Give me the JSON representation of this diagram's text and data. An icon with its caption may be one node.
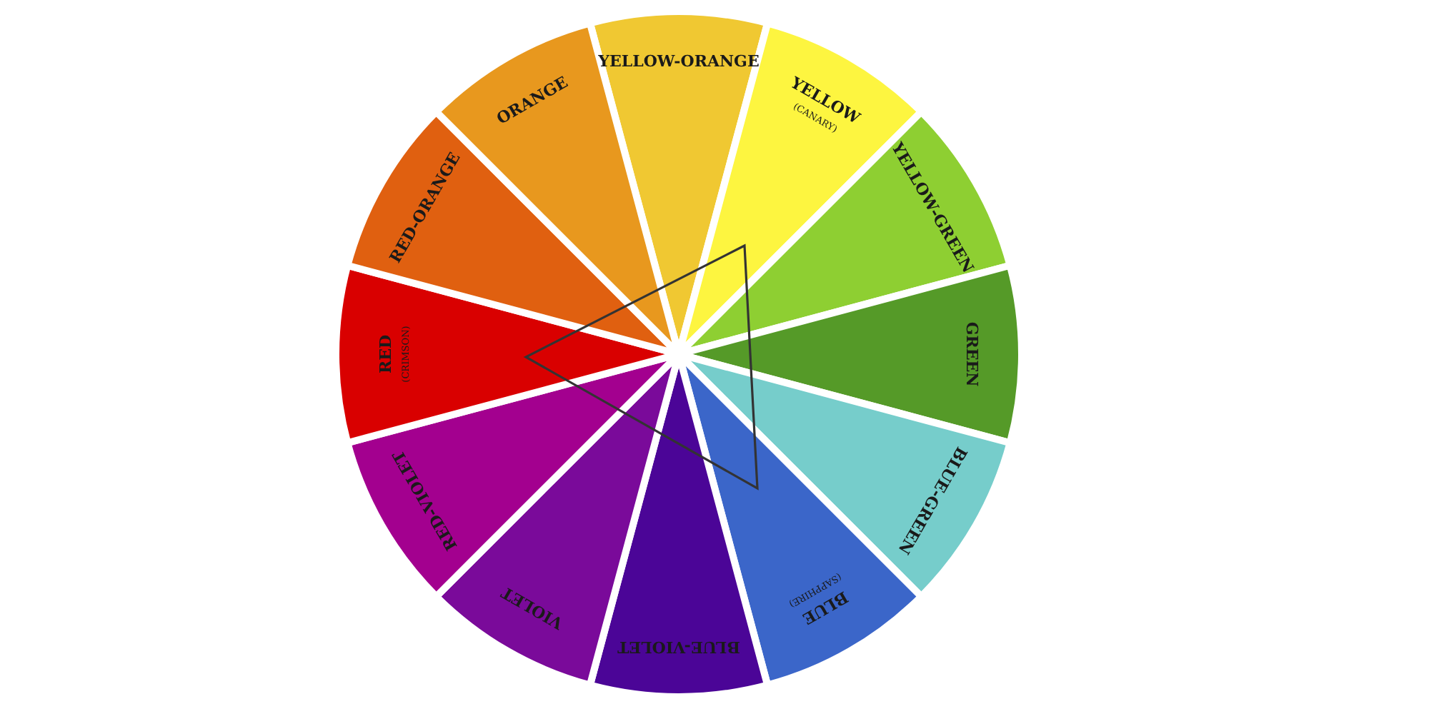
{
  "diagram": {
    "nodes": [
      {
        "text": [
          "YELLOW-ORANGE"
        ]
      },
      {
        "text": [
          "YELLOW",
          "(CANARY)"
        ]
      },
      {
        "text": [
          "YELLOW-GREEN"
        ]
      },
      {
        "text": [
          "GREEN"
        ]
      },
      {
        "text": [
          "BLUE-GREEN"
        ]
      },
      {
        "text": [
          "BLUE",
          "(SAPPHIRE)"
        ]
      },
      {
        "text": [
          "BLUE-VIOLET"
        ]
      },
      {
        "text": [
          "VIOLET"
        ]
      },
      {
        "text": [
          "RED-VIOLET"
        ]
      },
      {
        "text": [
          "RED",
          "(CRIMSON)"
        ]
      },
      {
        "text": [
          "RED-ORANGE"
        ]
      },
      {
        "text": [
          "ORANGE"
        ]
      },
      {
        "text": [],
        "shape": "triangle"
      }
    ]
  }
}
